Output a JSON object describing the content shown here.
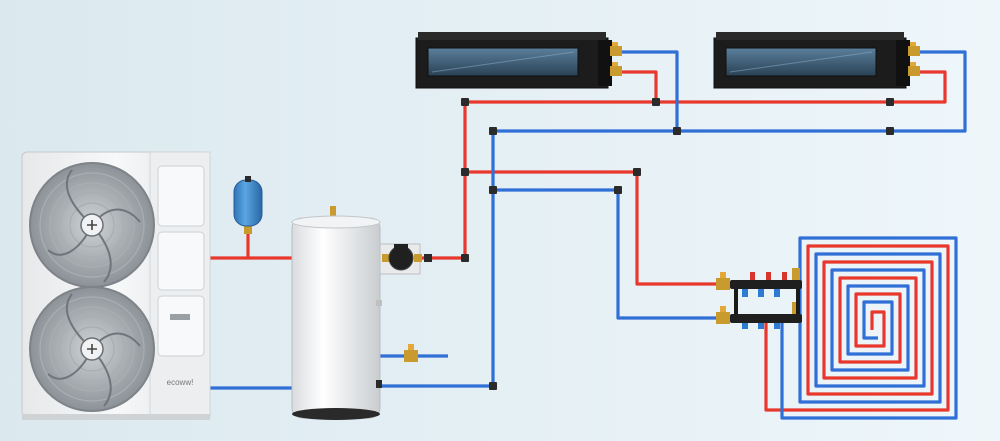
{
  "diagram": {
    "brand_logo": "ecoww!",
    "colors": {
      "background_left": "#dbe9ef",
      "background_right": "#eef6fa",
      "supply_pipe": "#e8382d",
      "return_pipe": "#2f6fd6",
      "unit_body": "#f3f4f5",
      "fan_grille": "#8f969c",
      "tank_body": "#f7f7f7",
      "expansion_vessel": "#3f8fd0",
      "fan_coil_body": "#1c1c1c",
      "brass_fitting": "#c99a2e"
    },
    "components": [
      {
        "id": "outdoor-unit",
        "label": "",
        "fans": 2
      },
      {
        "id": "expansion-vessel",
        "label": ""
      },
      {
        "id": "buffer-tank",
        "label": ""
      },
      {
        "id": "circulation-pump",
        "label": ""
      },
      {
        "id": "fan-coil-1",
        "label": ""
      },
      {
        "id": "fan-coil-2",
        "label": ""
      },
      {
        "id": "manifold",
        "label": ""
      },
      {
        "id": "floor-heating-loop",
        "label": ""
      }
    ]
  }
}
